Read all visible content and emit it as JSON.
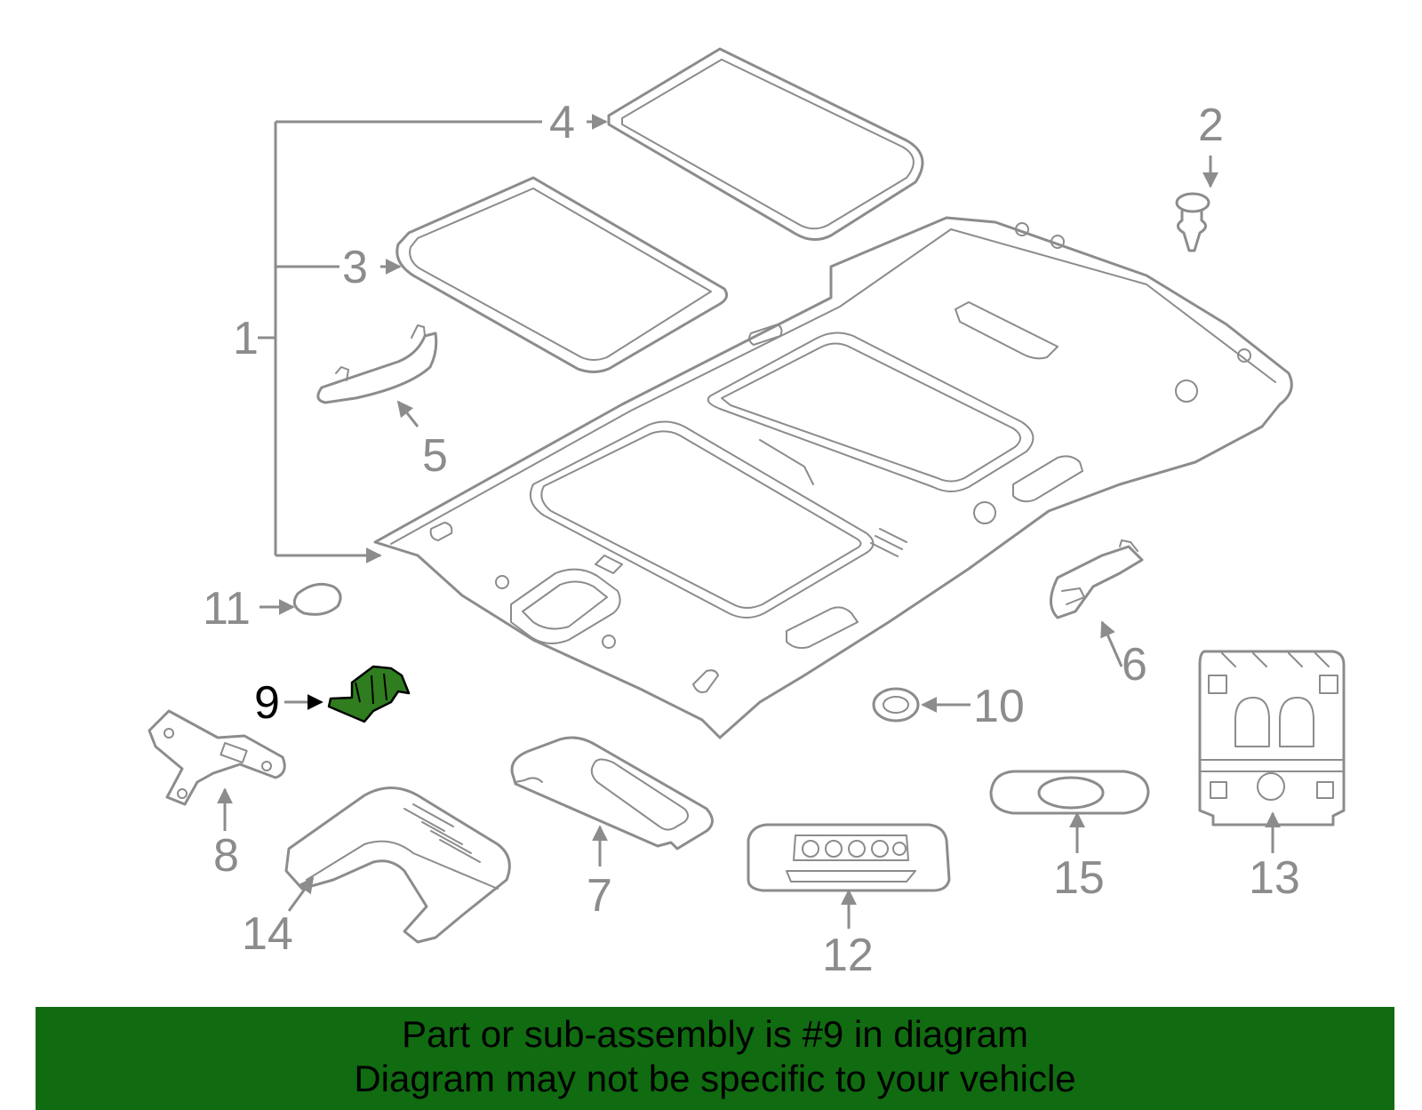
{
  "diagram": {
    "callouts": [
      "1",
      "2",
      "3",
      "4",
      "5",
      "6",
      "7",
      "8",
      "9",
      "10",
      "11",
      "12",
      "13",
      "14",
      "15"
    ],
    "highlighted_callout": "9",
    "highlight_color": "#2f7d1e",
    "line_color": "#8c8c8c"
  },
  "banner": {
    "line1": "Part or sub-assembly is #9 in diagram",
    "line2": "Diagram may not be specific to your vehicle",
    "background": "#116b11"
  }
}
